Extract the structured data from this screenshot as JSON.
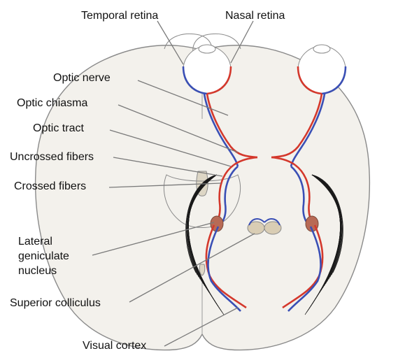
{
  "labels": {
    "temporal_retina": "Temporal retina",
    "nasal_retina": "Nasal retina",
    "optic_nerve": "Optic nerve",
    "optic_chiasma": "Optic chiasma",
    "optic_tract": "Optic tract",
    "uncrossed_fibers": "Uncrossed fibers",
    "crossed_fibers": "Crossed fibers",
    "lgn_line1": "Lateral",
    "lgn_line2": "geniculate",
    "lgn_line3": "nucleus",
    "superior_colliculus": "Superior colliculus",
    "visual_cortex": "Visual cortex"
  },
  "colors": {
    "crossed_pathway": "#d4382c",
    "uncrossed_pathway": "#3a4fb5",
    "brain_fill": "#f3f1ec",
    "outline": "#8a8a8a",
    "nucleus_fill": "#b86a55",
    "colliculus_fill": "#d9cdb4",
    "radiation_lines": "#1a1a1a"
  }
}
